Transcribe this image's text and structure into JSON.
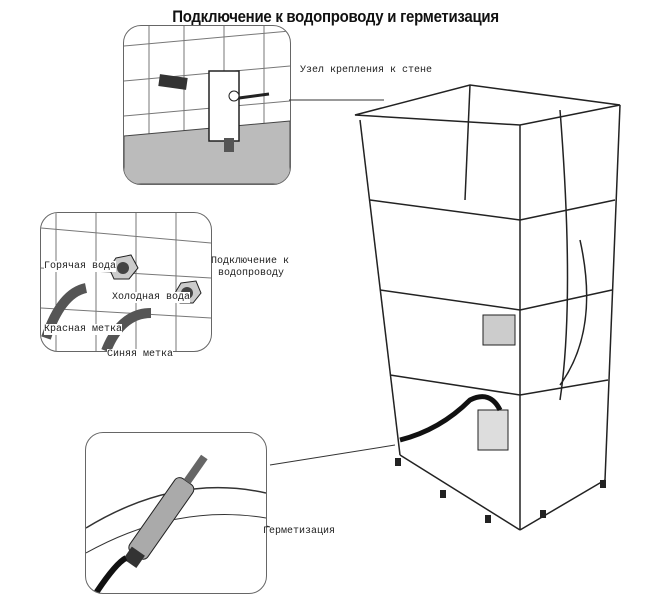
{
  "title": "Подключение к водопроводу и герметизация",
  "labels": {
    "wall_mount": "Узел крепления к стене",
    "hot_water": "Горячая вода",
    "cold_water": "Холодная вода",
    "water_connection_line1": "Подключение к",
    "water_connection_line2": "водопроводу",
    "red_mark": "Красная метка",
    "blue_mark": "Синяя метка",
    "sealing": "Герметизация"
  }
}
